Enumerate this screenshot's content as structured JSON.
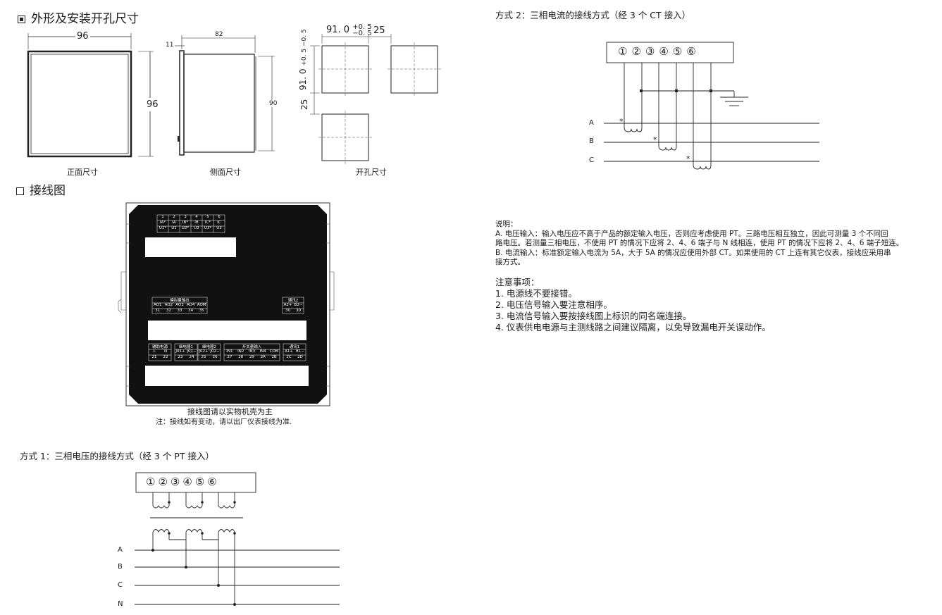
{
  "section1": {
    "title": "外形及安装开孔尺寸"
  },
  "dims": {
    "front_width": "96",
    "front_height": "96",
    "side_offset": "11",
    "side_depth": "82",
    "side_height": "90",
    "cutout_size": "91. 0",
    "cutout_tol_plus": "+0. 5",
    "cutout_tol_minus": "−0. 5",
    "gap": "25",
    "cutout_size_v": "91. 0",
    "cutout_tol_v": "+0. 5 −0. 5",
    "gap_v": "25"
  },
  "captions": {
    "front": "正面尺寸",
    "side": "侧面尺寸",
    "cutout": "开孔尺寸"
  },
  "section2": {
    "title": "接线图"
  },
  "panel": {
    "top_terminals": [
      "1",
      "2",
      "3",
      "4",
      "5",
      "6"
    ],
    "top_row2": [
      "IA*",
      "IA",
      "IB*",
      "IB",
      "IC*",
      "IC"
    ],
    "top_row3": [
      "U1*",
      "U1",
      "U2*",
      "U2",
      "U3*",
      "U3"
    ],
    "analog_title": "模拟量输出",
    "analog_labels": [
      "AO1",
      "AO2",
      "AO3",
      "AO4",
      "AOM"
    ],
    "analog_nums": [
      "31",
      "32",
      "33",
      "34",
      "35"
    ],
    "comm2_title": "通讯2",
    "comm2_labels": [
      "A2+",
      "B2−"
    ],
    "comm2_nums": [
      "30",
      "30"
    ],
    "aux_title": "辅助电源",
    "aux_labels": [
      "L",
      "N"
    ],
    "aux_nums": [
      "21",
      "22"
    ],
    "relay1_title": "继电器1",
    "relay1_labels": [
      "J01+",
      "J01−"
    ],
    "relay1_nums": [
      "23",
      "24"
    ],
    "relay2_title": "继电器2",
    "relay2_labels": [
      "J02+",
      "J02−"
    ],
    "relay2_nums": [
      "25",
      "26"
    ],
    "di_title": "开关量输入",
    "di_labels": [
      "IN1",
      "IN2",
      "IN3",
      "IN4",
      "COM"
    ],
    "di_nums": [
      "27",
      "28",
      "29",
      "2A",
      "2B"
    ],
    "comm1_title": "通讯1",
    "comm1_labels": [
      "A1+",
      "B1−"
    ],
    "comm1_nums": [
      "2C",
      "2D"
    ]
  },
  "panel_caption": "接线图请以实物机壳为主",
  "panel_note": "注：接线如有变动，请以出厂仪表接线为准.",
  "method1": {
    "title": "方式 1：三相电压的接线方式（经 3 个 PT 接入）",
    "terminals": [
      "①",
      "②",
      "③",
      "④",
      "⑤",
      "⑥"
    ],
    "lines": [
      "A",
      "B",
      "C",
      "N"
    ]
  },
  "method2": {
    "title": "方式 2：三相电流的接线方式（经 3 个 CT 接入）",
    "terminals": [
      "①",
      "②",
      "③",
      "④",
      "⑤",
      "⑥"
    ],
    "lines": [
      "A",
      "B",
      "C"
    ],
    "star": "*"
  },
  "notes": {
    "head": "说明：",
    "a1": "A. 电压输入：输入电压应不高于产品的额定输入电压，否则应考虑使用 PT。三路电压相互独立，因此可测量 3 个不同回",
    "a2": "路电压。若测量三相电压，不使用 PT 的情况下应将 2、4、6 端子与 N 线相连，使用 PT 的情况下应将 2、4、6 端子短连。",
    "b1": "B. 电流输入：标准额定输入电流为 5A，大于 5A 的情况应使用外部 CT。如果使用的 CT 上连有其它仪表，接线应采用串",
    "b2": "接方式。",
    "caution_title": "注意事项：",
    "c1": "1. 电源线不要接错。",
    "c2": "2. 电压信号输入要注意相序。",
    "c3": "3. 电流信号输入要按接线图上标识的同名端连接。",
    "c4": "4. 仪表供电电源与主测线路之间建议隔离，以免导致漏电开关误动作。"
  }
}
